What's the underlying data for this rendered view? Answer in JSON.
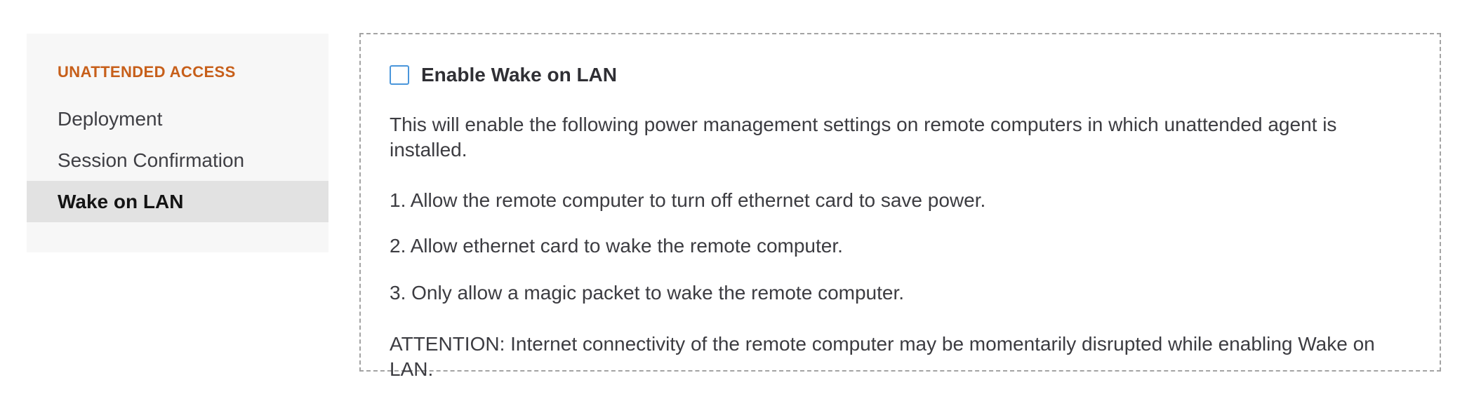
{
  "sidebar": {
    "section_title": "UNATTENDED ACCESS",
    "items": [
      {
        "label": "Deployment",
        "selected": false
      },
      {
        "label": "Session Confirmation",
        "selected": false
      },
      {
        "label": "Wake on LAN",
        "selected": true
      }
    ]
  },
  "panel": {
    "checkbox_label": "Enable Wake on LAN",
    "checkbox_checked": false,
    "description": "This will enable the following power management settings on remote computers in which unattended agent is installed.",
    "list": [
      "1. Allow the remote computer to turn off ethernet card to save power.",
      "2. Allow ethernet card to wake the remote computer.",
      "3. Only allow a magic packet to wake the remote computer."
    ],
    "attention": "ATTENTION: Internet connectivity of the remote computer may be momentarily disrupted while enabling Wake on LAN."
  },
  "colors": {
    "accent_orange": "#c75f1a",
    "checkbox_border": "#4a96db",
    "sidebar_bg": "#f7f7f7",
    "selected_item_bg": "#e2e2e2",
    "body_text": "#3c3c41",
    "dashed_border": "#a3a3a3"
  }
}
